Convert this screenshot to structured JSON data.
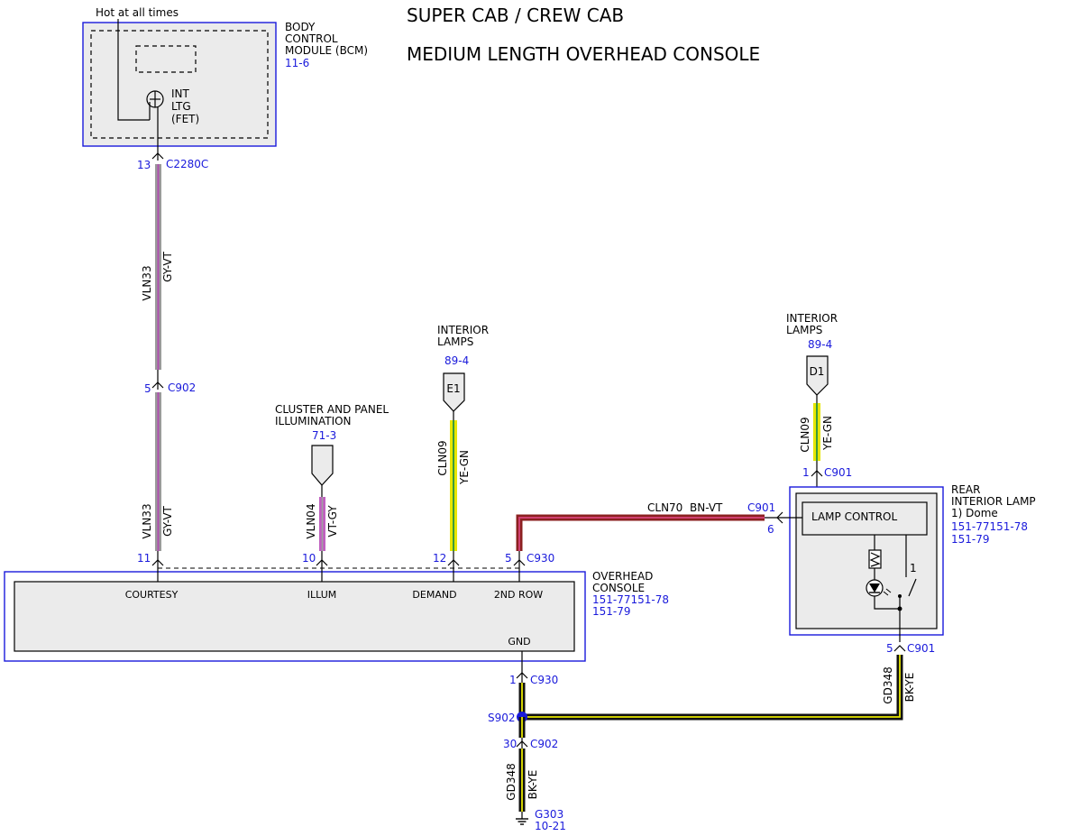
{
  "title": {
    "line1": "SUPER CAB / CREW CAB",
    "line2": "MEDIUM LENGTH OVERHEAD CONSOLE"
  },
  "colors": {
    "reference_blue": "#1a1adb",
    "wire_gy_vt": [
      "#9a9a9a",
      "#b050b0"
    ],
    "wire_vt_gy": [
      "#c060c0",
      "#a0a0a0"
    ],
    "wire_ye_gn": [
      "#e6e600",
      "#3a9a3a"
    ],
    "wire_bn_vt": [
      "#8b2020",
      "#d04070"
    ],
    "wire_bk_ye": [
      "#111111",
      "#e6e600"
    ]
  },
  "hot_label": "Hot at all times",
  "bcm": {
    "name_lines": [
      "BODY",
      "CONTROL",
      "MODULE (BCM)"
    ],
    "ref": "11-6",
    "switch_lines": [
      "INT",
      "LTG",
      "(FET)"
    ]
  },
  "bcm_pin": {
    "pin": "13",
    "connector": "C2280C"
  },
  "wire_vln33_top": {
    "circuit": "VLN33",
    "color": "GY-VT"
  },
  "c902_inline": {
    "pin": "5",
    "connector": "C902"
  },
  "wire_vln33_bottom": {
    "circuit": "VLN33",
    "color": "GY-VT"
  },
  "cluster": {
    "name_lines": [
      "CLUSTER AND PANEL",
      "ILLUMINATION"
    ],
    "ref": "71-3"
  },
  "wire_vln04": {
    "circuit": "VLN04",
    "color": "VT-GY"
  },
  "interior_lamps_e1": {
    "name_lines": [
      "INTERIOR",
      "LAMPS"
    ],
    "ref": "89-4",
    "tag": "E1"
  },
  "wire_cln09_left": {
    "circuit": "CLN09",
    "color": "YE-GN"
  },
  "interior_lamps_d1": {
    "name_lines": [
      "INTERIOR",
      "LAMPS"
    ],
    "ref": "89-4",
    "tag": "D1"
  },
  "wire_cln09_right": {
    "circuit": "CLN09",
    "color": "YE-GN"
  },
  "c901_pin1": {
    "pin": "1",
    "connector": "C901"
  },
  "wire_cln70": {
    "circuit": "CLN70",
    "color": "BN-VT"
  },
  "c901_pin6": {
    "pin": "6",
    "connector": "C901"
  },
  "rear_lamp": {
    "name_lines": [
      "REAR",
      "INTERIOR LAMP",
      "1) Dome"
    ],
    "refs": [
      "151-77151-78",
      "151-79"
    ],
    "lamp_control": "LAMP CONTROL",
    "switch_num": "1"
  },
  "overhead_console": {
    "name_lines": [
      "OVERHEAD",
      "CONSOLE"
    ],
    "refs": [
      "151-77151-78",
      "151-79"
    ],
    "pins": {
      "courtesy": {
        "pin": "11",
        "label": "COURTESY"
      },
      "illum": {
        "pin": "10",
        "label": "ILLUM"
      },
      "demand": {
        "pin": "12",
        "label": "DEMAND"
      },
      "second_row": {
        "pin": "5",
        "label": "2ND ROW",
        "connector": "C930"
      },
      "gnd": {
        "label": "GND"
      }
    }
  },
  "c930_gnd": {
    "pin": "1",
    "connector": "C930"
  },
  "c901_pin5": {
    "pin": "5",
    "connector": "C901"
  },
  "wire_gd348_right": {
    "circuit": "GD348",
    "color": "BK-YE"
  },
  "splice": {
    "name": "S902"
  },
  "c902_lower": {
    "pin": "30",
    "connector": "C902"
  },
  "wire_gd348_bottom": {
    "circuit": "GD348",
    "color": "BK-YE"
  },
  "ground": {
    "name": "G303",
    "ref": "10-21"
  }
}
